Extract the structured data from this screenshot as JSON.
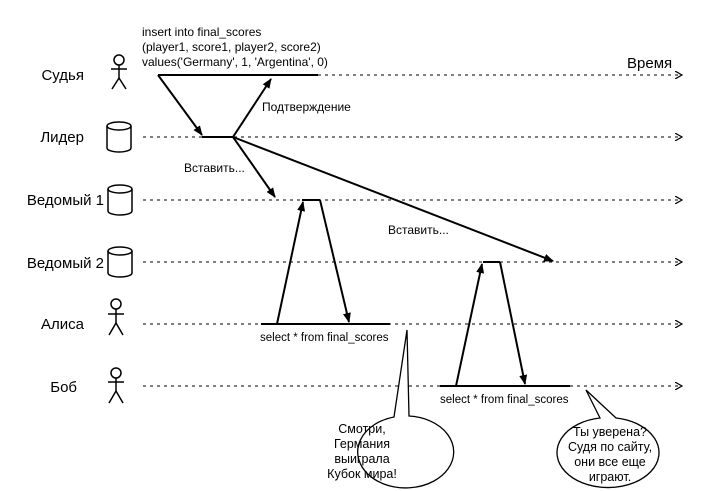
{
  "query": {
    "line1": "insert into final_scores",
    "line2": "(player1, score1, player2, score2)",
    "line3": "values('Germany', 1, 'Argentina', 0)"
  },
  "time_label": "Время",
  "actors": [
    {
      "id": "judge",
      "label": "Судья",
      "icon": "person-icon"
    },
    {
      "id": "leader",
      "label": "Лидер",
      "icon": "database-icon"
    },
    {
      "id": "follower1",
      "label": "Ведомый 1",
      "icon": "database-icon"
    },
    {
      "id": "follower2",
      "label": "Ведомый 2",
      "icon": "database-icon"
    },
    {
      "id": "alice",
      "label": "Алиса",
      "icon": "person-icon"
    },
    {
      "id": "bob",
      "label": "Боб",
      "icon": "person-icon"
    }
  ],
  "messages": {
    "ack": "Подтверждение",
    "insert1": "Вставить...",
    "insert2": "Вставить..."
  },
  "reads": {
    "alice_query": "select * from final_scores",
    "bob_query": "select * from final_scores"
  },
  "bubbles": {
    "alice": [
      "Смотри,",
      "Германия",
      "выиграла",
      "Кубок мира!"
    ],
    "bob": [
      "Ты уверена?",
      "Судя по сайту,",
      "они все еще",
      "играют."
    ]
  }
}
